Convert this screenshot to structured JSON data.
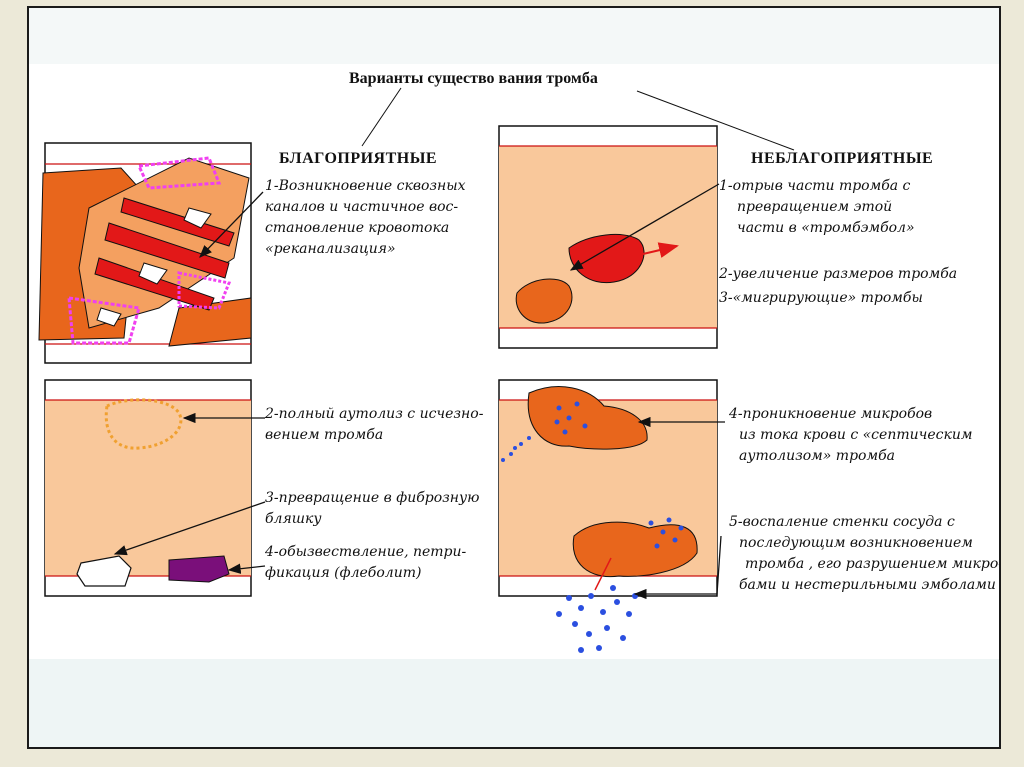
{
  "title": "Варианты существо вания тромба",
  "favorable": {
    "heading": "БЛАГОПРИЯТНЫЕ",
    "items": [
      {
        "lines": [
          "1-Возникновение сквозных",
          "каналов и частичное вос-",
          "становление кровотока",
          "«реканализация»"
        ]
      },
      {
        "lines": [
          "2-полный аутолиз с исчезно-",
          "вением тромба"
        ]
      },
      {
        "lines": [
          "3-превращение в фиброзную",
          "бляшку"
        ]
      },
      {
        "lines": [
          "4-обызвествление,  петри-",
          "фикация  (флеболит)"
        ]
      }
    ]
  },
  "unfavorable": {
    "heading": "НЕБЛАГОПРИЯТНЫЕ",
    "items": [
      {
        "lines": [
          "1-отрыв части тромба с",
          "превращением этой",
          "части в «тромбэмбол»"
        ]
      },
      {
        "lines": [
          "2-увеличение размеров тромба"
        ]
      },
      {
        "lines": [
          "3-«мигрирующие» тромбы"
        ]
      },
      {
        "lines": [
          "4-проникновение микробов",
          "из тока крови с «септическим",
          "аутолизом» тромба"
        ]
      },
      {
        "lines": [
          "5-воспаление стенки сосуда с",
          "последующим возникновением",
          "тромба , его разрушением микро-",
          "бами  и нестерильными эмболами"
        ]
      }
    ]
  },
  "colors": {
    "vessel_fill": "#f9c89b",
    "vessel_wall_line": "#cc1111",
    "thrombus_orange": "#e8661c",
    "thrombus_red": "#e21818",
    "fibrous_plaque": "#ffffff",
    "phlebolith": "#7a0f7a",
    "microbes": "#2b4fe0",
    "autolysis_outline": "#f0a030"
  }
}
